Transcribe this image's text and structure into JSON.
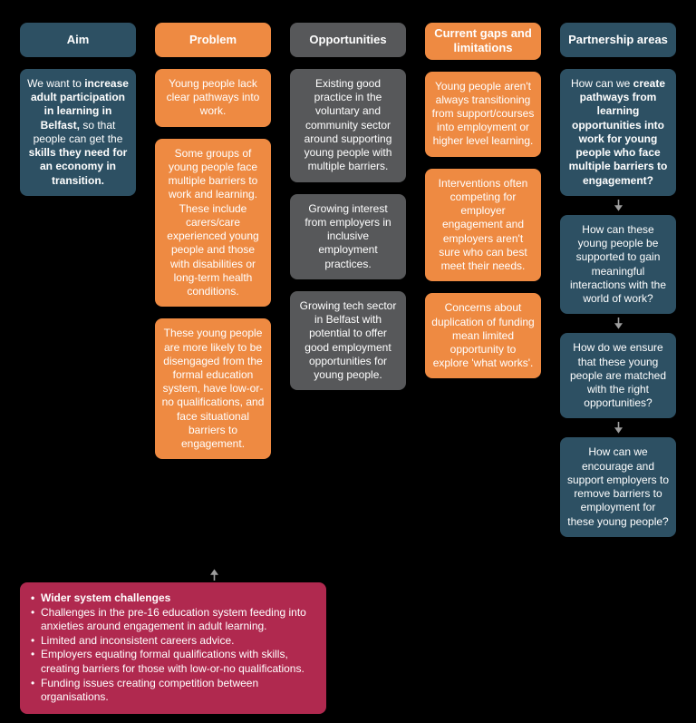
{
  "palette": {
    "background": "#000000",
    "teal": "#2d5063",
    "orange": "#ee8a42",
    "gray": "#57585a",
    "crimson": "#b0294f",
    "arrow": "#9e9e9e",
    "text": "#ffffff"
  },
  "columns": {
    "aim": {
      "header": "Aim",
      "box": {
        "parts": [
          "We want to ",
          "increase adult participation in learning in Belfast, ",
          "so that people can get the ",
          "skills they need for an economy in transition."
        ]
      }
    },
    "problem": {
      "header": "Problem",
      "boxes": [
        "Young people lack clear pathways into work.",
        "Some groups of young people face multiple barriers to work and learning. These include carers/care experienced young people and those with disabilities or long-term health conditions.",
        "These young people are more likely to be disengaged from the formal education system, have low-or-no qualifications, and face situational barriers to engagement."
      ]
    },
    "opportunities": {
      "header": "Opportunities",
      "boxes": [
        "Existing good practice in the voluntary and community sector around supporting young people with multiple barriers.",
        "Growing interest from employers in inclusive employment practices.",
        "Growing tech sector in Belfast with potential to offer good employment opportunities for young people."
      ]
    },
    "gaps": {
      "header": "Current gaps and limitations",
      "boxes": [
        "Young people aren't always transitioning from support/courses into employment or higher level learning.",
        "Interventions often competing for employer engagement and employers aren't sure who can best meet their needs.",
        "Concerns about duplication of funding mean limited opportunity to explore 'what works'."
      ]
    },
    "partnership": {
      "header": "Partnership areas",
      "box1_parts": [
        "How can we ",
        "create pathways from learning opportunities into work for young people who face multiple barriers to engagement?"
      ],
      "boxes": [
        "How can these young people be supported to gain meaningful interactions with the world of work?",
        "How do we ensure that these young people are matched with the right opportunities?",
        "How can we encourage and support employers to remove barriers to employment for these young people?"
      ]
    }
  },
  "system_challenges": {
    "bullet": "•",
    "title": "Wider system challenges",
    "items": [
      "Challenges in the pre-16 education system feeding into anxieties around engagement in adult learning.",
      "Limited and inconsistent careers advice.",
      "Employers equating formal qualifications with skills, creating barriers for those with low-or-no qualifications.",
      "Funding issues creating competition between organisations."
    ]
  }
}
